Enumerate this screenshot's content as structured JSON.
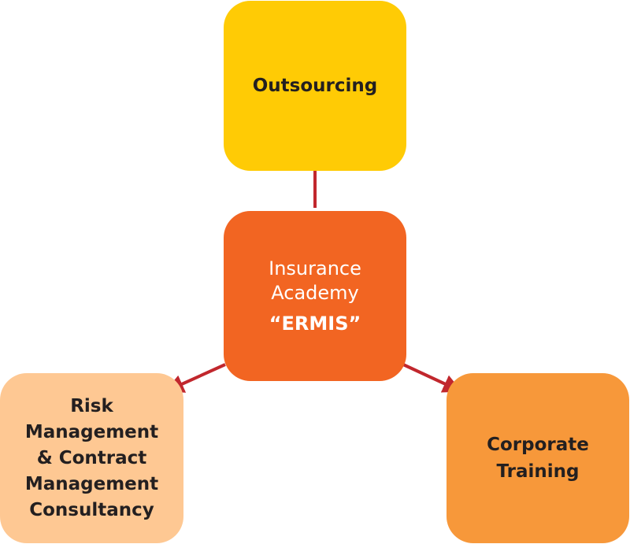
{
  "nodes": {
    "top": {
      "label": "Outsourcing",
      "color": "#ffcb05"
    },
    "center": {
      "line1": "Insurance",
      "line2": "Academy",
      "line3": "“ERMIS”",
      "color": "#f26522"
    },
    "left": {
      "lines": [
        "Risk",
        "Management",
        "& Contract",
        "Management",
        "Consultancy"
      ],
      "color": "#fec893"
    },
    "right": {
      "lines": [
        "Corporate",
        "Training"
      ],
      "color": "#f7983a"
    }
  },
  "arrow_color": "#c1272d"
}
